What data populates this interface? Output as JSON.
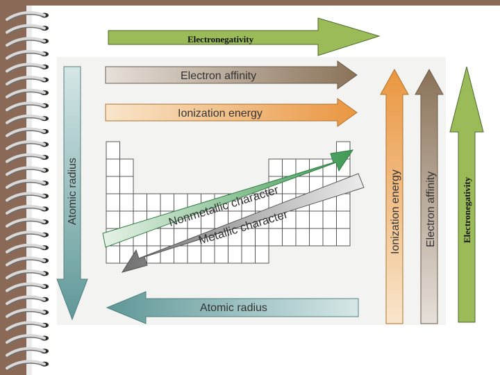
{
  "title_arrow": {
    "label": "Electronegativity",
    "color": "#9bbb59"
  },
  "right_arrow": {
    "label": "Electronegativity",
    "color": "#9bbb59"
  },
  "figure": {
    "electron_affinity_top": {
      "label": "Electron affinity",
      "color": "#a08a72"
    },
    "ionization_energy_top": {
      "label": "Ionization energy",
      "color": "#e8a050"
    },
    "atomic_radius_left": {
      "label": "Atomic radius",
      "color": "#6fa0a0"
    },
    "atomic_radius_bottom": {
      "label": "Atomic radius",
      "color": "#6fa0a0"
    },
    "ionization_energy_right": {
      "label": "Ionization energy",
      "color": "#e8a050"
    },
    "electron_affinity_right": {
      "label": "Electron affinity",
      "color": "#a08a72"
    },
    "nonmetallic": {
      "label": "Nonmetallic character",
      "color": "#5aa86a"
    },
    "metallic": {
      "label": "Metallic character",
      "color": "#8a8a8a"
    }
  }
}
